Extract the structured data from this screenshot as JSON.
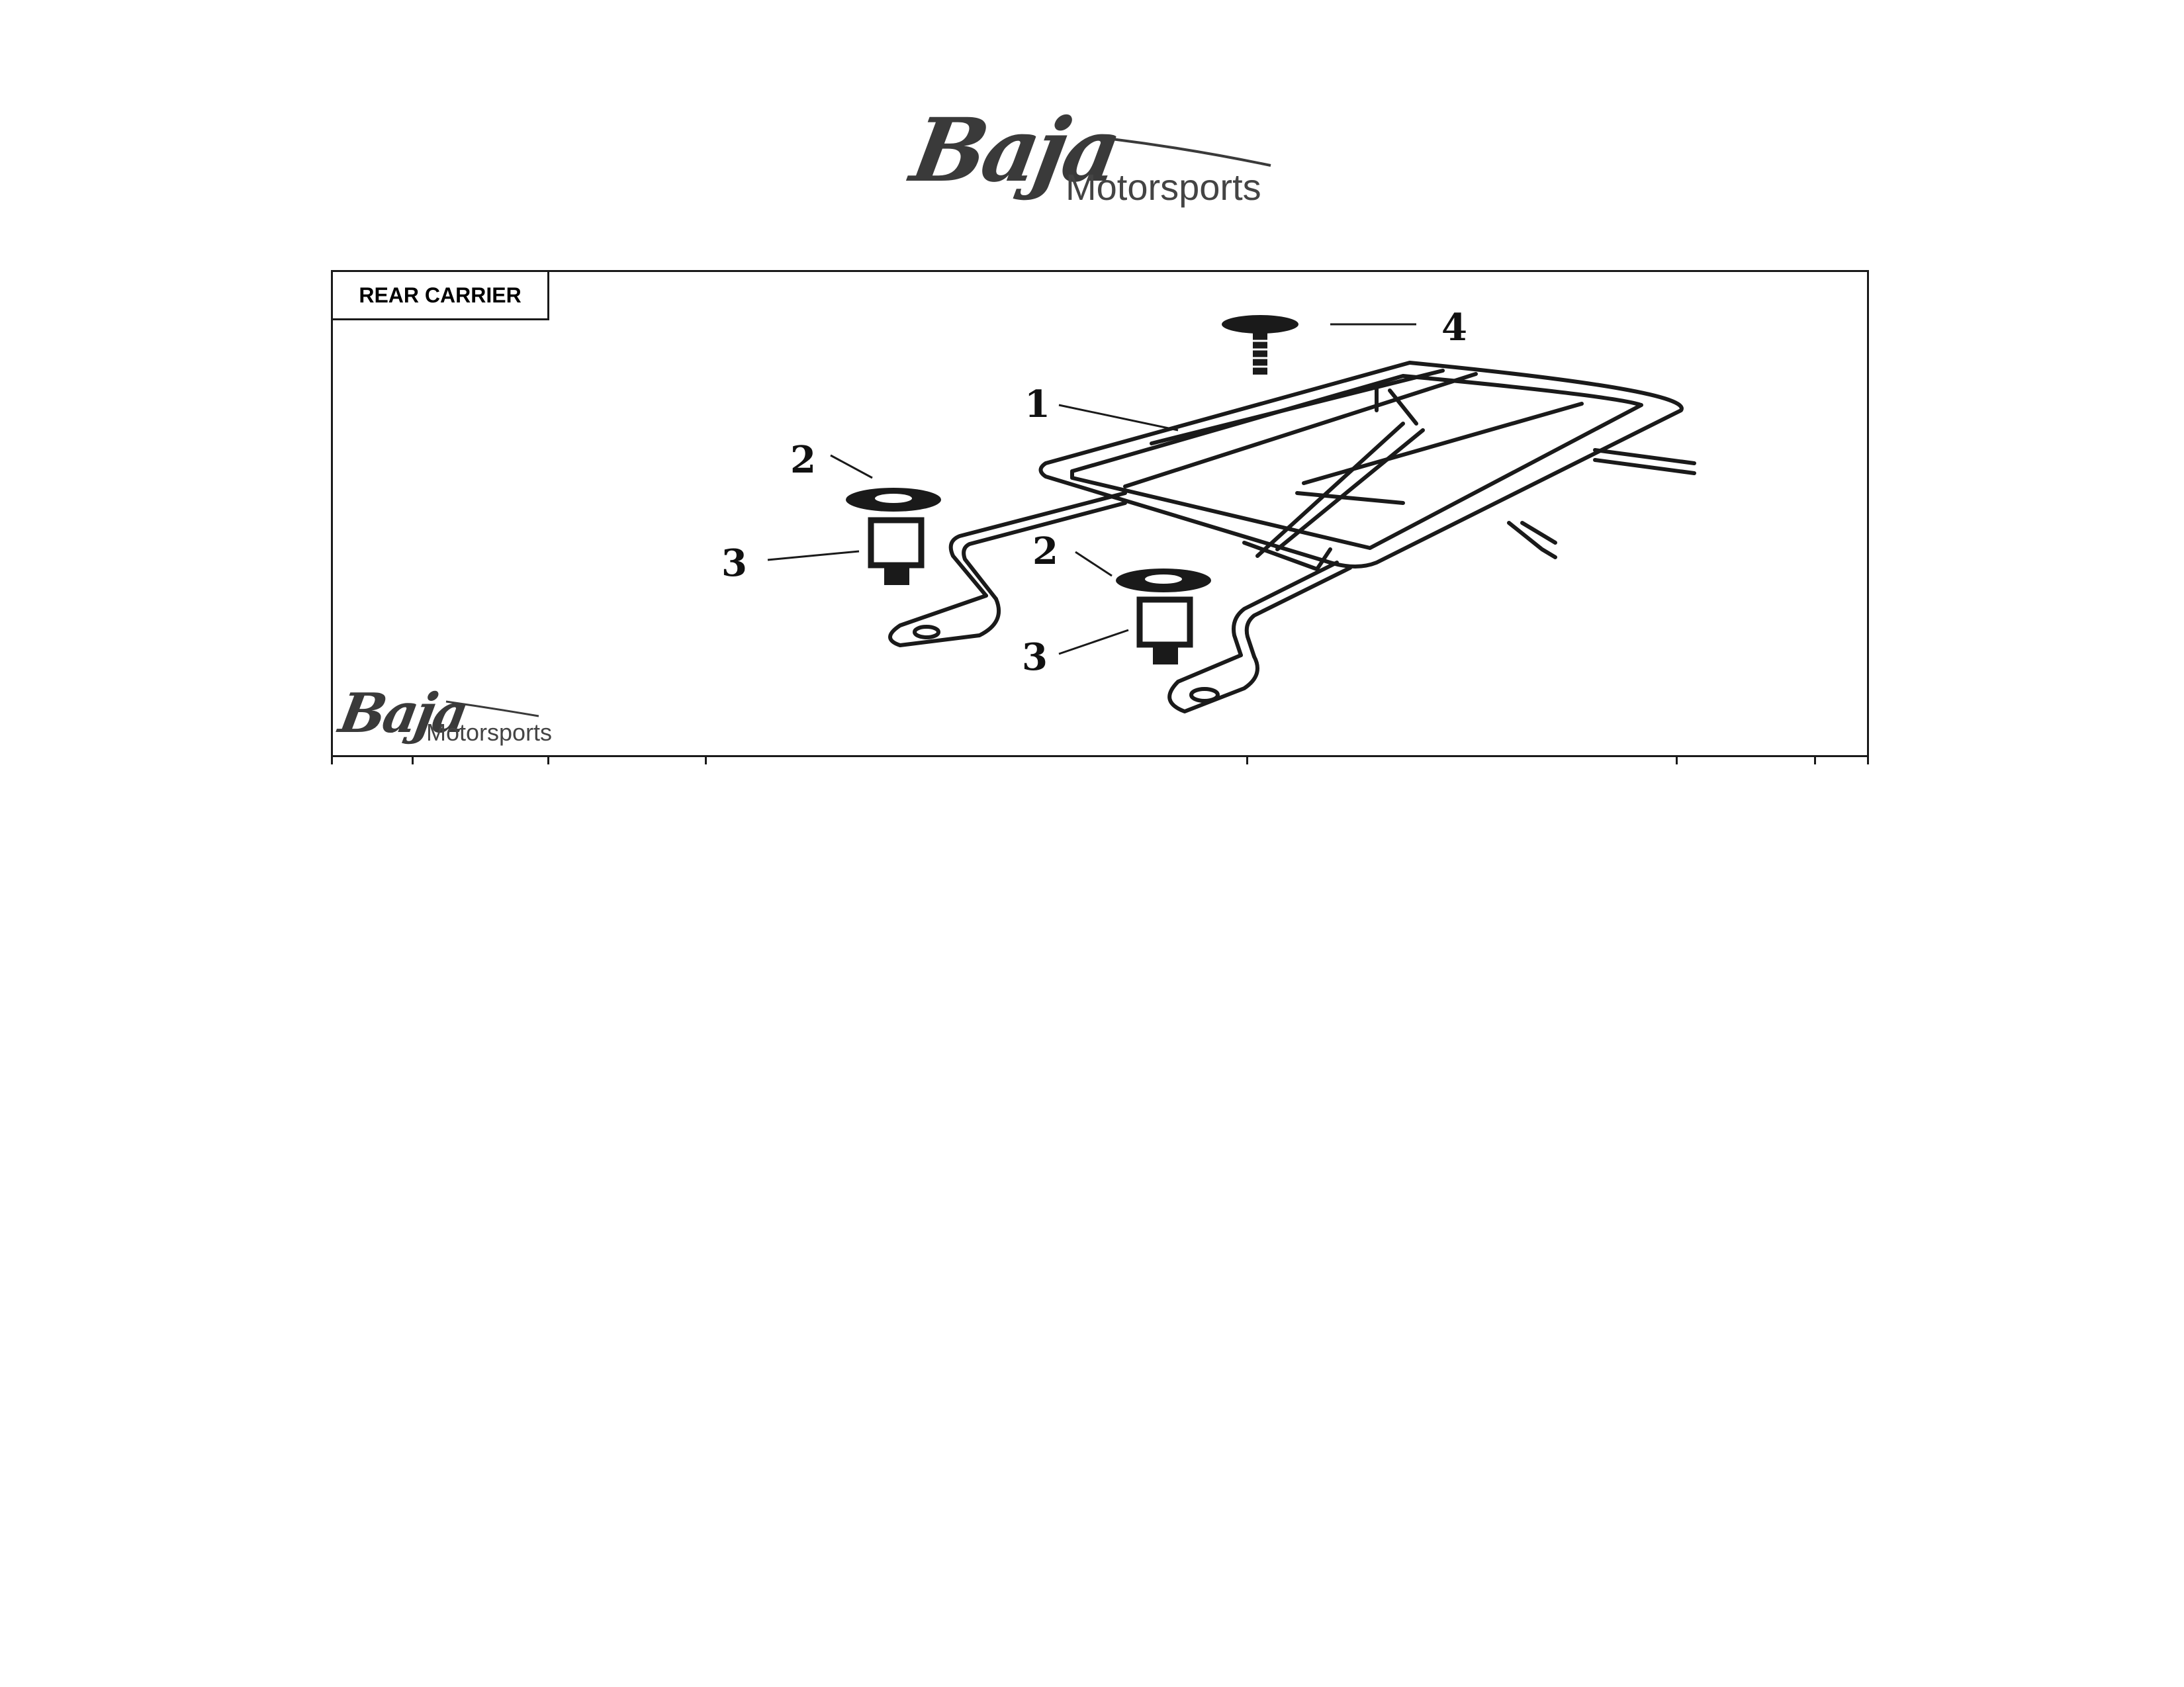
{
  "header_logo": {
    "script_text": "Baja",
    "sub_text": "Motorsports"
  },
  "section": {
    "title": "REAR CARRIER"
  },
  "callouts": [
    {
      "number": "1",
      "part": "carrier-frame"
    },
    {
      "number": "2",
      "part": "washer-left"
    },
    {
      "number": "3",
      "part": "bushing-left"
    },
    {
      "number": "2",
      "part": "washer-right"
    },
    {
      "number": "3",
      "part": "bushing-right"
    },
    {
      "number": "4",
      "part": "bolt"
    }
  ],
  "footer_logo": {
    "script_text": "Baja",
    "sub_text": "Motorsports"
  },
  "colors": {
    "line": "#1a1a1a",
    "logo": "#3a3a3a"
  }
}
